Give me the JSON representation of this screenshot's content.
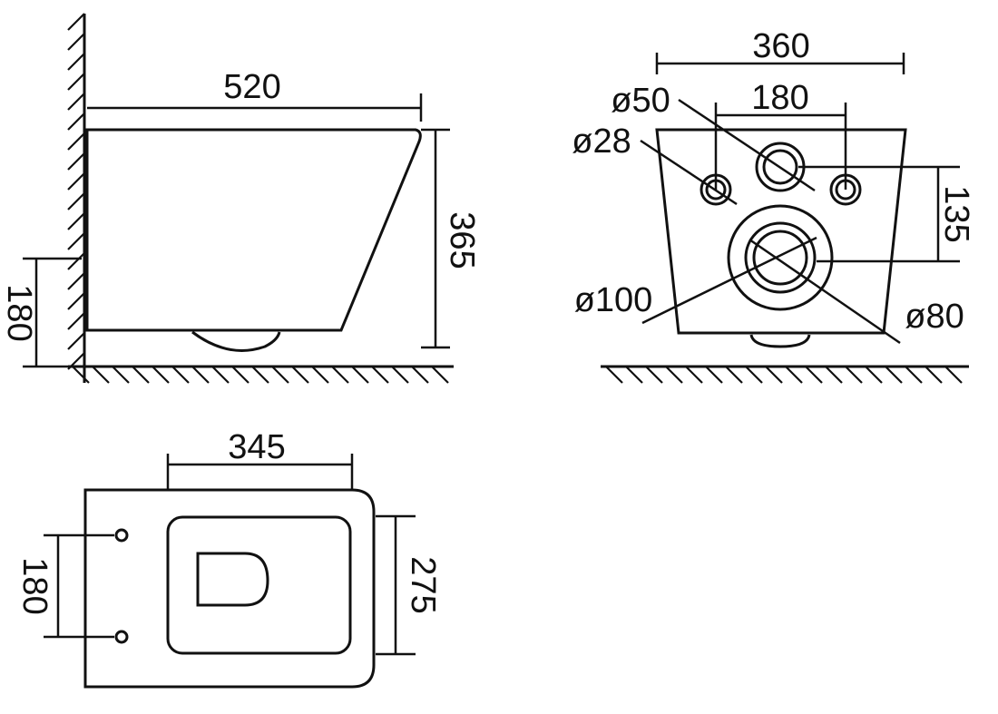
{
  "side_view": {
    "width_label": "520",
    "height_label": "365",
    "inlet_height_label": "180"
  },
  "front_view": {
    "width_label": "360",
    "spacing_label": "180",
    "diameter_50_label": "ø50",
    "diameter_28_label": "ø28",
    "height_135_label": "135",
    "diameter_100_label": "ø100",
    "diameter_80_label": "ø80"
  },
  "top_view": {
    "width_label": "345",
    "depth_label": "275",
    "bolt_spacing_label": "180"
  }
}
